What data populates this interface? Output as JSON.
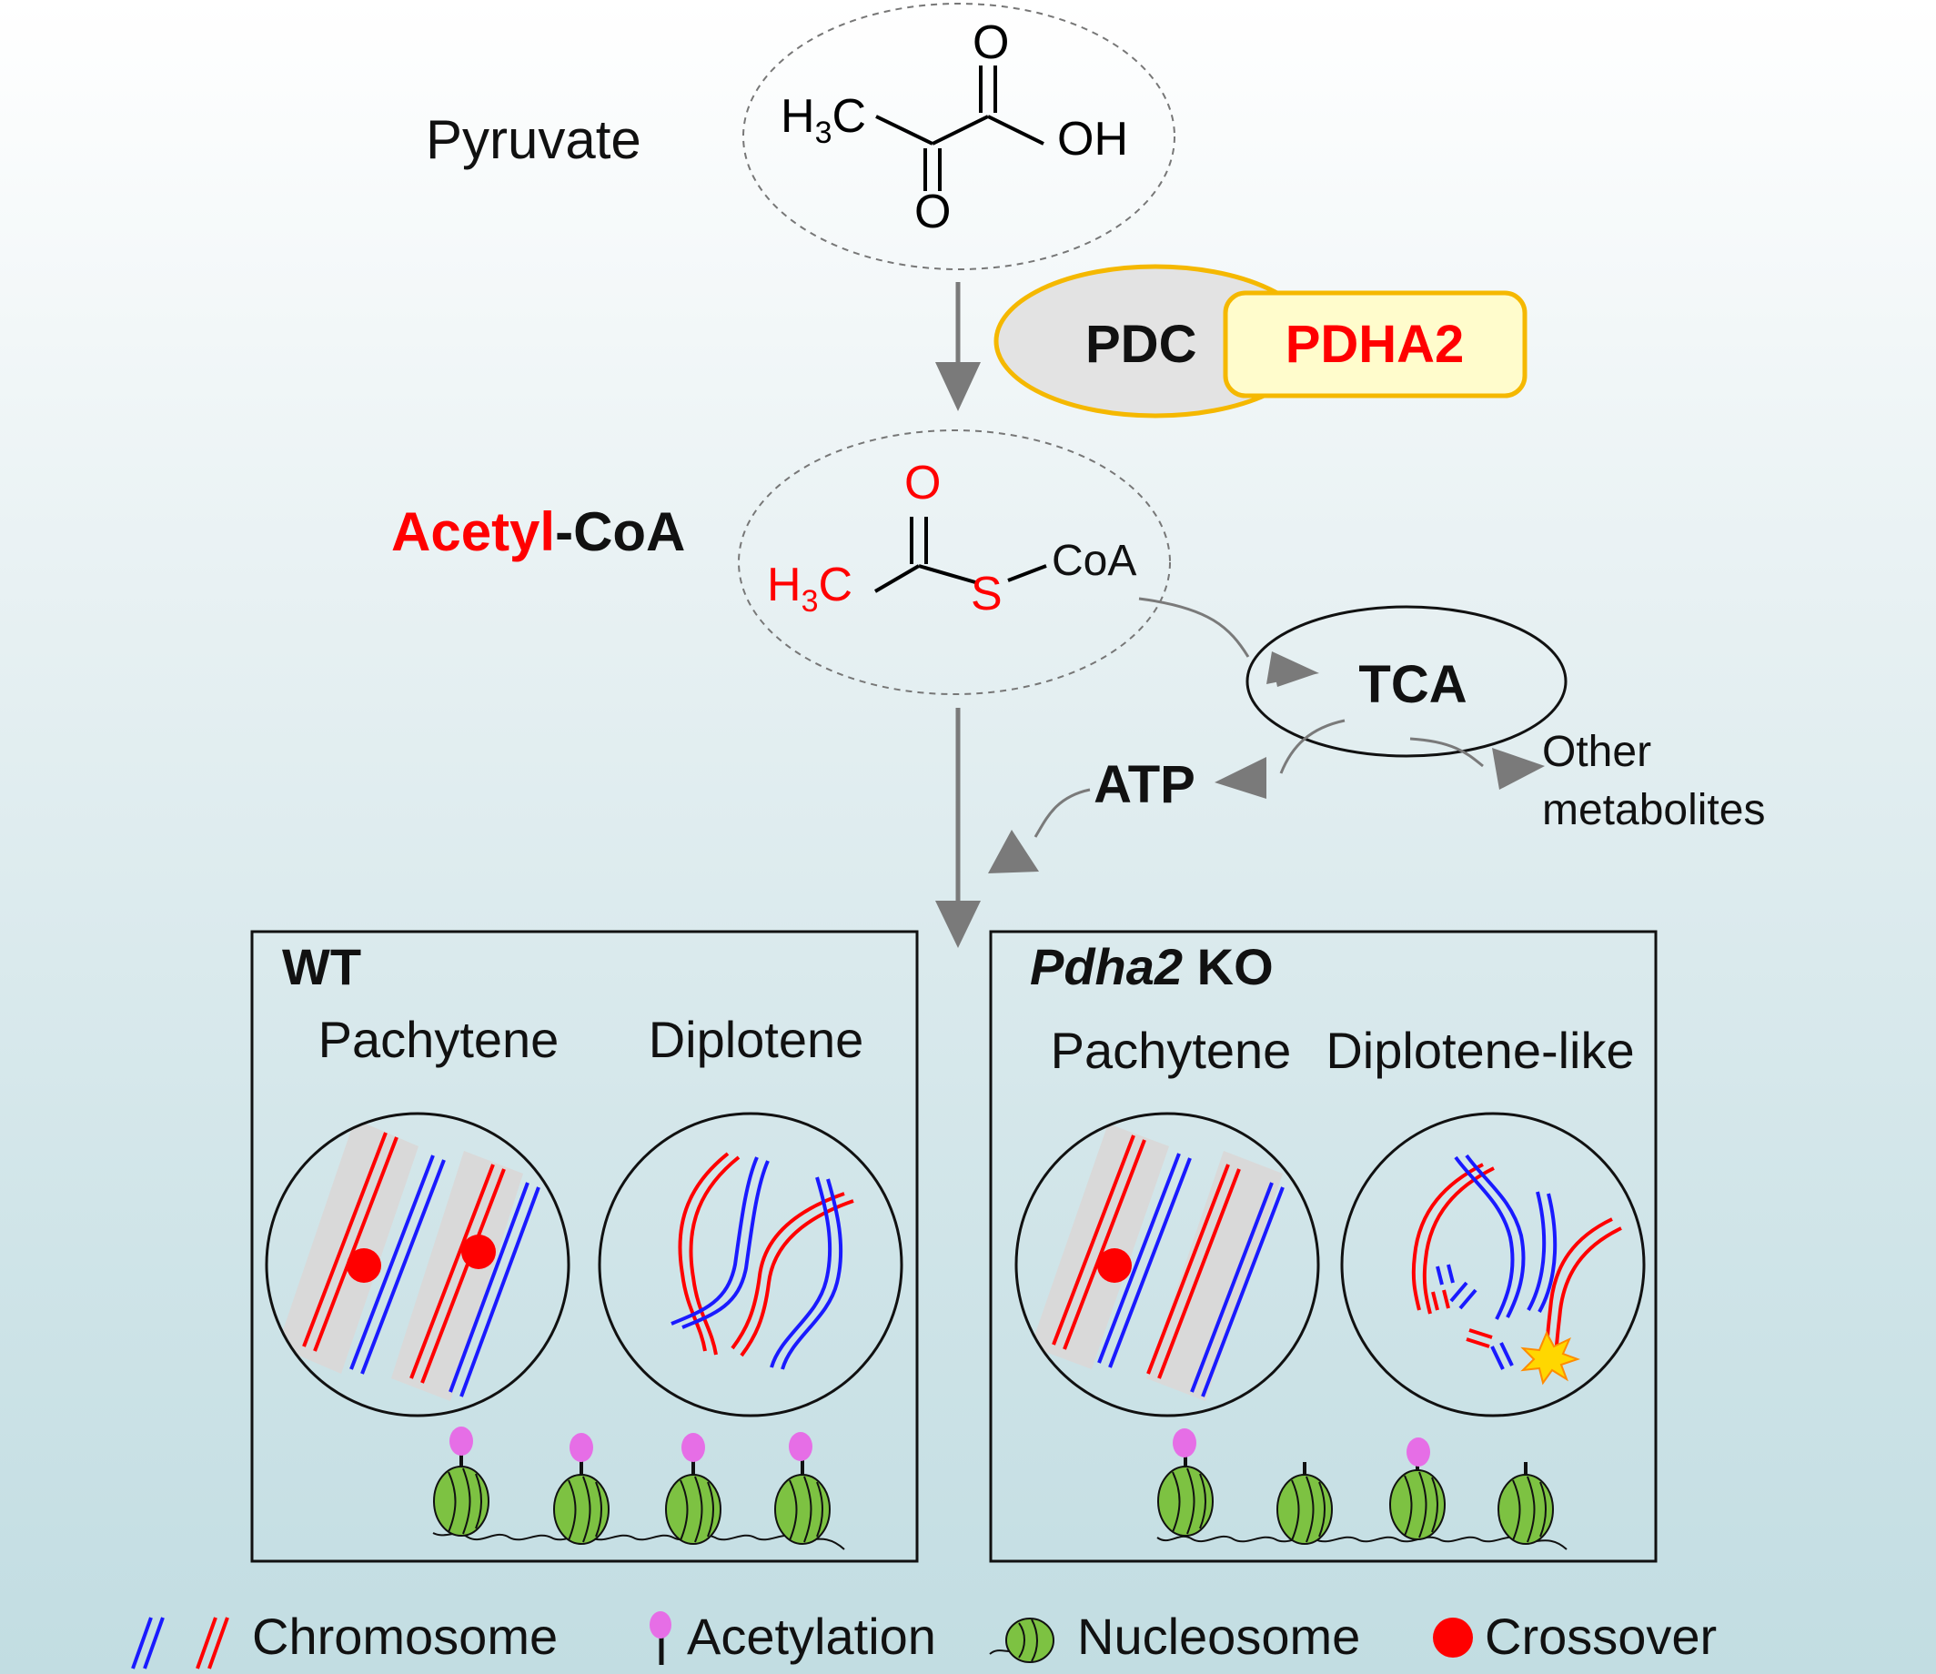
{
  "pyruvate": {
    "label": "Pyruvate",
    "h3c": "H",
    "h3c_sub": "3",
    "h3c_c": "C",
    "o_top": "O",
    "o_bottom": "O",
    "oh": "OH"
  },
  "enzyme": {
    "pdc": "PDC",
    "pdha2": "PDHA2"
  },
  "acetyl_coa": {
    "label_red": "Acetyl",
    "label_black": "-CoA",
    "h3c": "H",
    "h3c_sub": "3",
    "h3c_c": "C",
    "o": "O",
    "s": "S",
    "coa": "CoA"
  },
  "tca": {
    "label": "TCA"
  },
  "atp": {
    "label": "ATP"
  },
  "other_metabolites": {
    "line1": "Other",
    "line2": "metabolites"
  },
  "wt_panel": {
    "title": "WT",
    "stage1": "Pachytene",
    "stage2": "Diplotene"
  },
  "ko_panel": {
    "title_italic": "Pdha2",
    "title_rest": " KO",
    "stage1": "Pachytene",
    "stage2": "Diplotene-like"
  },
  "legend": {
    "chromosome": "Chromosome",
    "acetylation": "Acetylation",
    "nucleosome": "Nucleosome",
    "crossover": "Crossover"
  },
  "colors": {
    "red": "#ff0000",
    "blue": "#1a1aff",
    "nucleosome": "#7dc242",
    "acetylation": "#e66ee6",
    "pdc_fill": "#e3e3e3",
    "pdha2_fill": "#fffccc",
    "enzyme_border": "#f5b800",
    "arrow": "#7a7a7a"
  }
}
